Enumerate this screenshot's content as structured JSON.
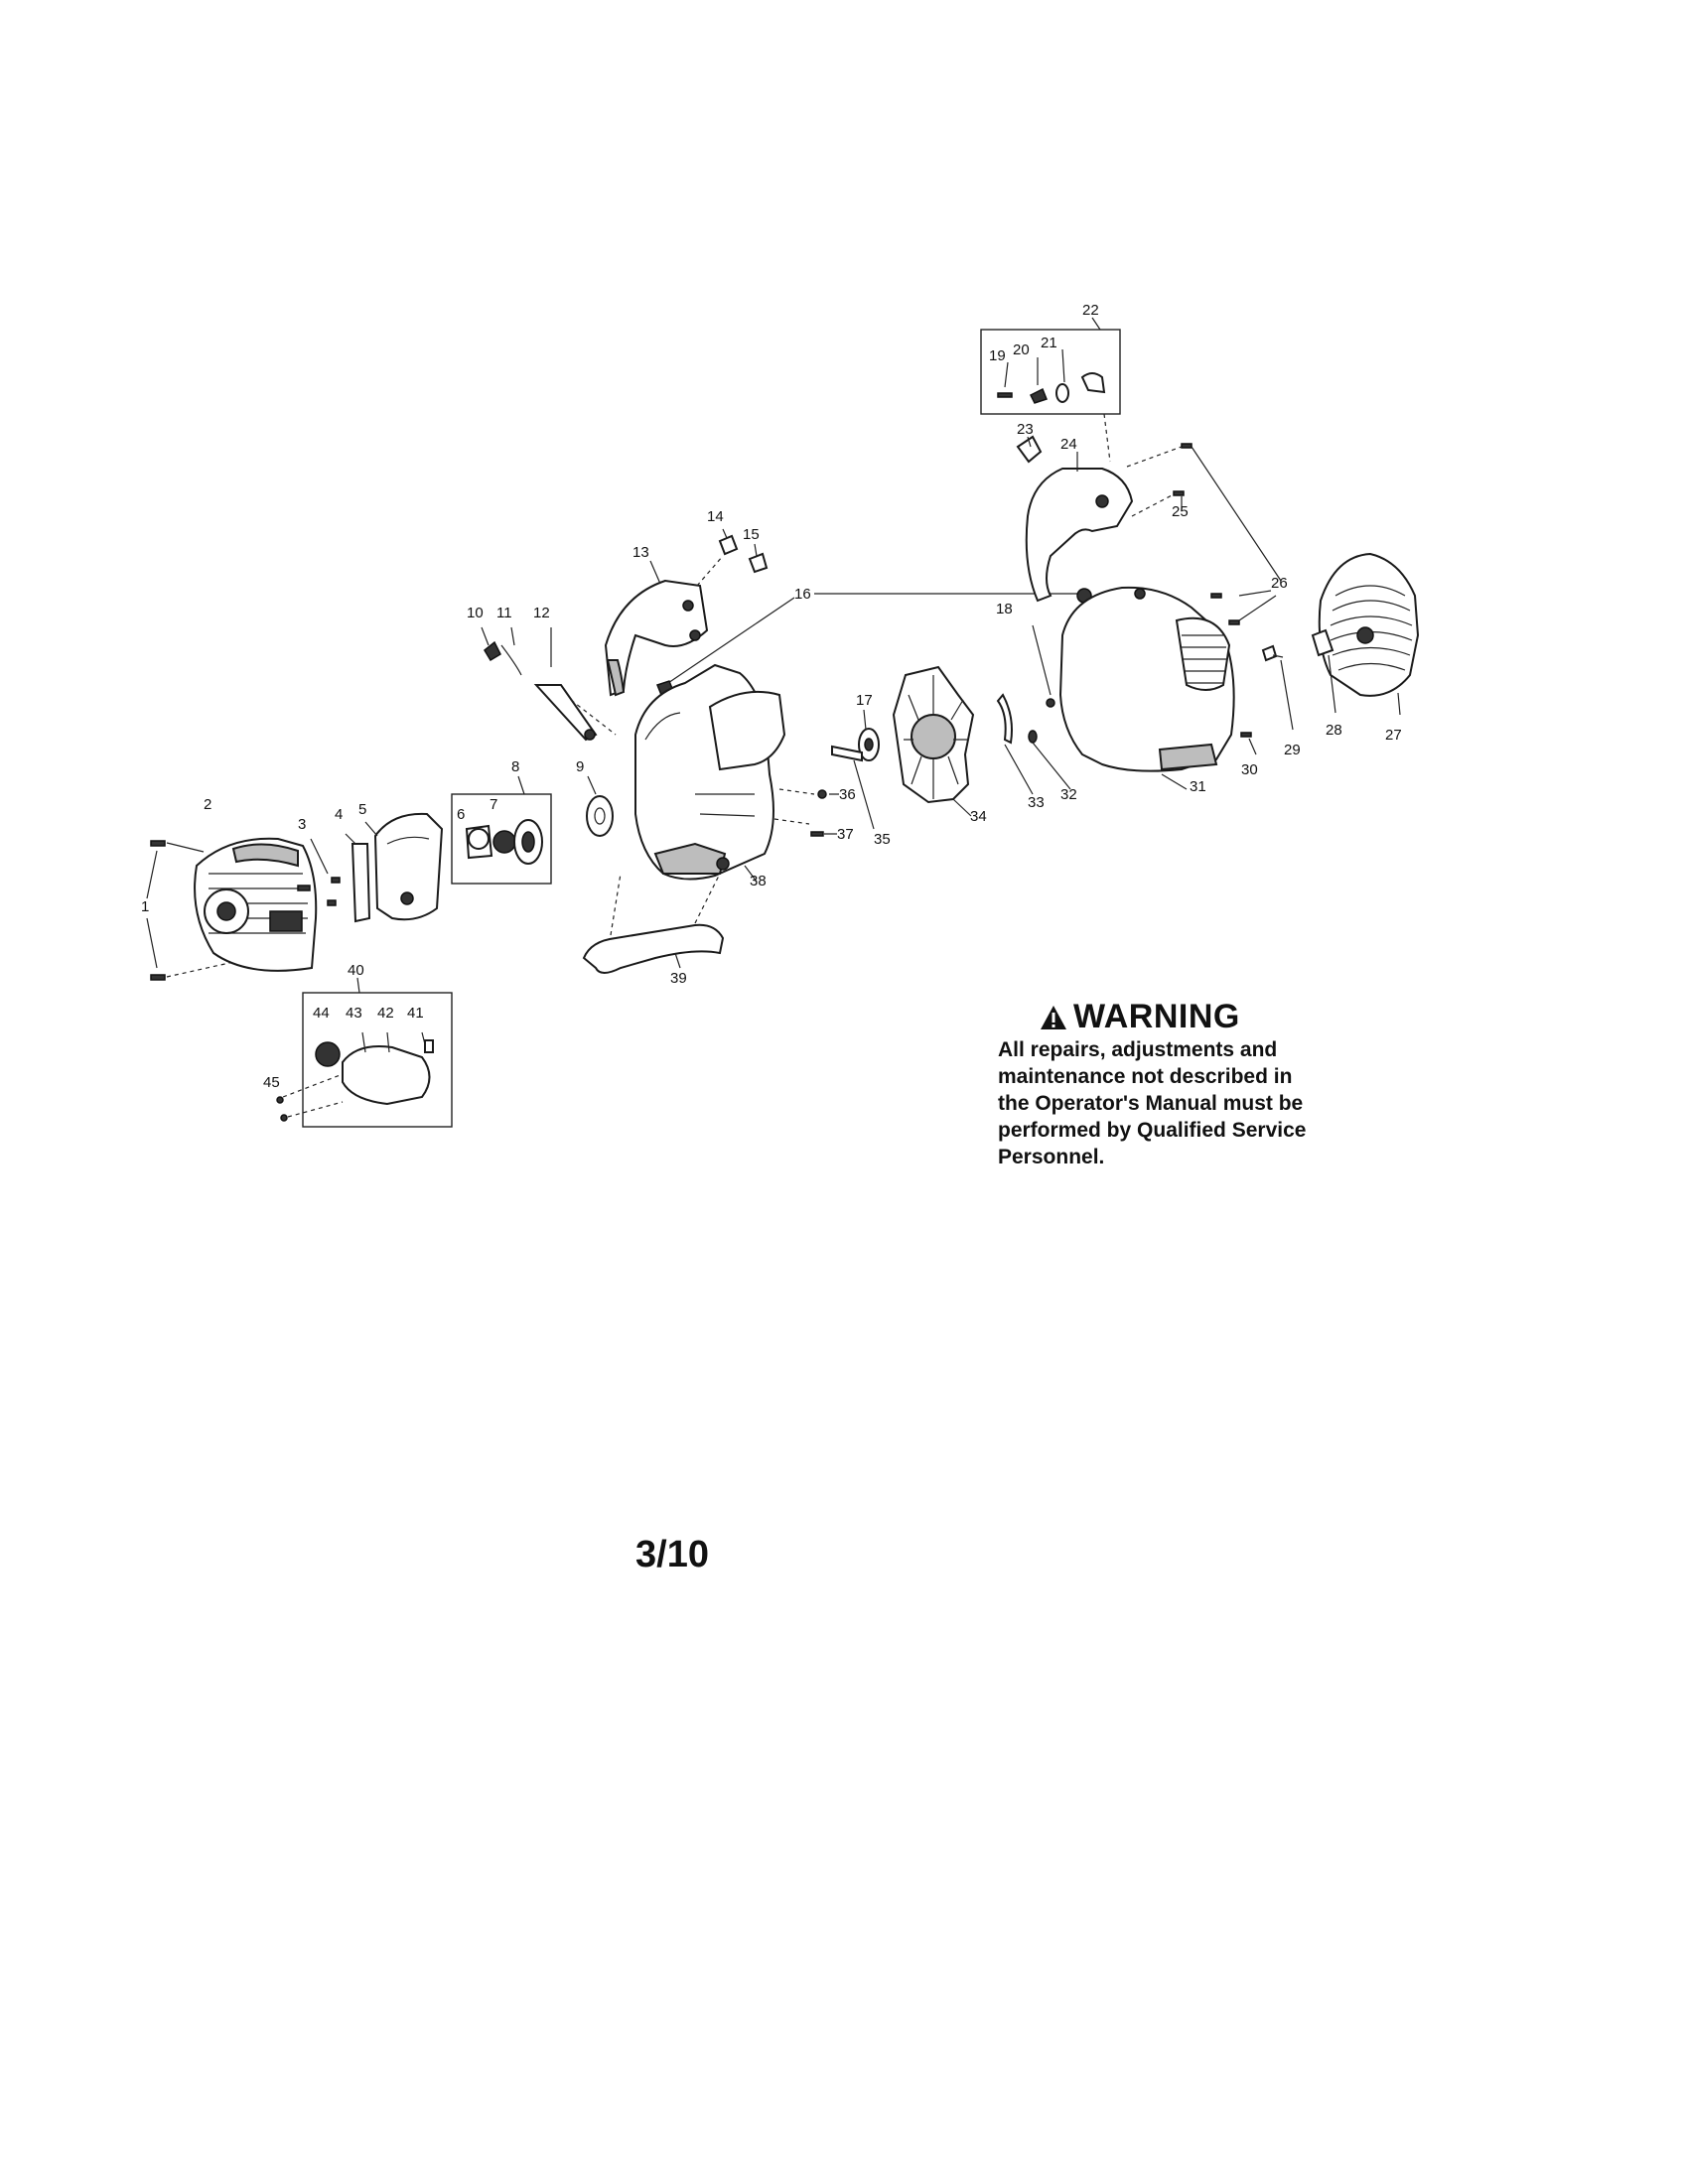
{
  "labels": {
    "p1": "1",
    "p2": "2",
    "p3": "3",
    "p4": "4",
    "p5": "5",
    "p6": "6",
    "p7": "7",
    "p8": "8",
    "p9": "9",
    "p10": "10",
    "p11": "11",
    "p12": "12",
    "p13": "13",
    "p14": "14",
    "p15": "15",
    "p16": "16",
    "p17": "17",
    "p18": "18",
    "p19": "19",
    "p20": "20",
    "p21": "21",
    "p22": "22",
    "p23": "23",
    "p24": "24",
    "p25": "25",
    "p26": "26",
    "p27": "27",
    "p28": "28",
    "p29": "29",
    "p30": "30",
    "p31": "31",
    "p32": "32",
    "p33": "33",
    "p34": "34",
    "p35": "35",
    "p36": "36",
    "p37": "37",
    "p38": "38",
    "p39": "39",
    "p40": "40",
    "p41": "41",
    "p42": "42",
    "p43": "43",
    "p44": "44",
    "p45": "45"
  },
  "warning": {
    "title": "WARNING",
    "lines": [
      "All repairs, adjustments and",
      "maintenance not described in",
      "the Operator's Manual must be",
      "performed by Qualified Service",
      "Personnel."
    ]
  },
  "page_number": "3/10"
}
